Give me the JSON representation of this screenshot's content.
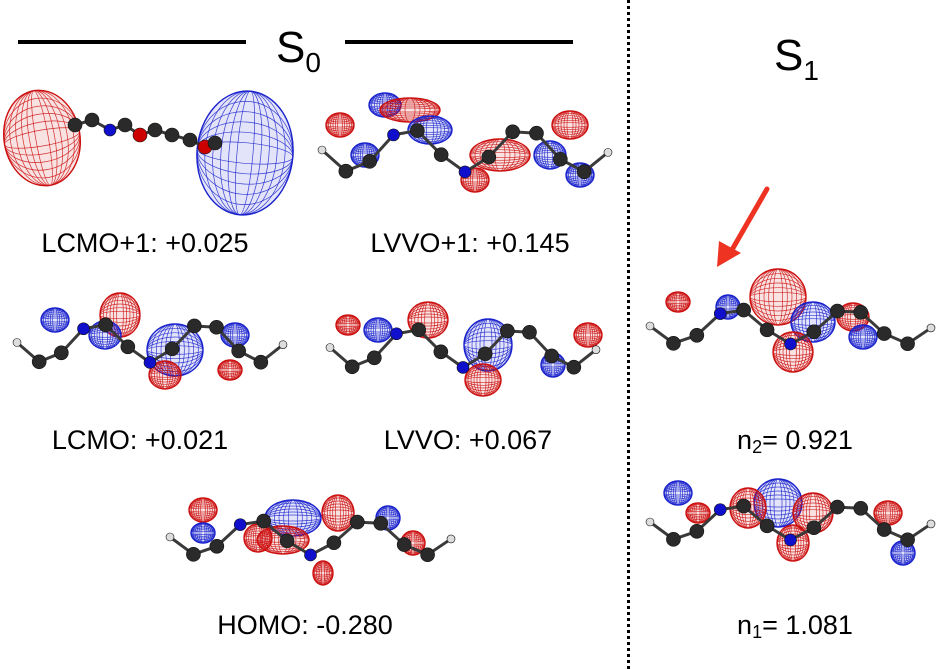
{
  "s0_panel": {
    "title_main": "S",
    "title_sub": "0",
    "orbitals": [
      {
        "name": "LCMO+1",
        "energy": "+0.025"
      },
      {
        "name": "LVVO+1",
        "energy": "+0.145"
      },
      {
        "name": "LCMO",
        "energy": "+0.021"
      },
      {
        "name": "LVVO",
        "energy": "+0.067"
      },
      {
        "name": "HOMO",
        "energy": "-0.280"
      }
    ]
  },
  "s1_panel": {
    "title_main": "S",
    "title_sub": "1",
    "orbitals": [
      {
        "name_main": "n",
        "name_sub": "2",
        "sep": "=",
        "value": "0.921"
      },
      {
        "name_main": "n",
        "name_sub": "1",
        "sep": "=",
        "value": "1.081"
      }
    ]
  },
  "colors": {
    "lobe_positive": "#cc1111",
    "lobe_negative": "#1a22cc",
    "carbon": "#2a2a2a",
    "nitrogen": "#1010cc",
    "oxygen": "#cc0000",
    "hydrogen": "#dddddd",
    "arrow": "#ee3322"
  }
}
